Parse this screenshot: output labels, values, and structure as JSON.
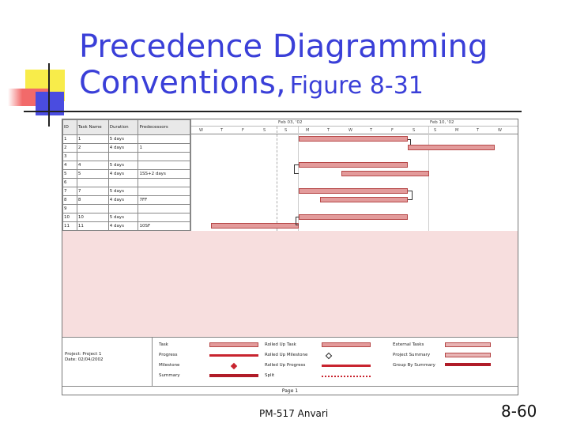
{
  "slide": {
    "title_line1": "Precedence Diagramming",
    "title_line2_main": "Conventions,",
    "title_line2_sub": "Figure 8-31",
    "course": "PM-517   Anvari",
    "page_number": "8-60"
  },
  "gantt": {
    "columns": [
      "ID",
      "Task Name",
      "Duration",
      "Predecessors"
    ],
    "rows": [
      {
        "id": "1",
        "name": "1",
        "duration": "5 days",
        "pred": ""
      },
      {
        "id": "2",
        "name": "2",
        "duration": "4 days",
        "pred": "1"
      },
      {
        "id": "3",
        "name": "",
        "duration": "",
        "pred": ""
      },
      {
        "id": "4",
        "name": "4",
        "duration": "5 days",
        "pred": ""
      },
      {
        "id": "5",
        "name": "5",
        "duration": "4 days",
        "pred": "1SS+2 days"
      },
      {
        "id": "6",
        "name": "",
        "duration": "",
        "pred": ""
      },
      {
        "id": "7",
        "name": "7",
        "duration": "5 days",
        "pred": ""
      },
      {
        "id": "8",
        "name": "8",
        "duration": "4 days",
        "pred": "7FF"
      },
      {
        "id": "9",
        "name": "",
        "duration": "",
        "pred": ""
      },
      {
        "id": "10",
        "name": "10",
        "duration": "5 days",
        "pred": ""
      },
      {
        "id": "11",
        "name": "11",
        "duration": "4 days",
        "pred": "10SF"
      }
    ],
    "weeks": [
      "Feb 03, '02",
      "Feb 10, '02"
    ],
    "days": [
      "W",
      "T",
      "F",
      "S",
      "S",
      "M",
      "T",
      "W",
      "T",
      "F",
      "S",
      "S",
      "M",
      "T",
      "W"
    ]
  },
  "legend": {
    "project_label": "Project: Project 1",
    "date_label": "Date: 02/04/2002",
    "items": {
      "task": "Task",
      "progress": "Progress",
      "milestone": "Milestone",
      "summary": "Summary",
      "rolled_task": "Rolled Up Task",
      "rolled_milestone": "Rolled Up Milestone",
      "rolled_progress": "Rolled Up Progress",
      "split": "Split",
      "external": "External Tasks",
      "project_summary": "Project Summary",
      "group_summary": "Group By Summary"
    },
    "footer": "Page 1"
  },
  "colors": {
    "title": "#3a3fd8",
    "bar_fill": "#e39b9b",
    "bar_border": "#b64848",
    "panel_bg": "#f7dede"
  }
}
